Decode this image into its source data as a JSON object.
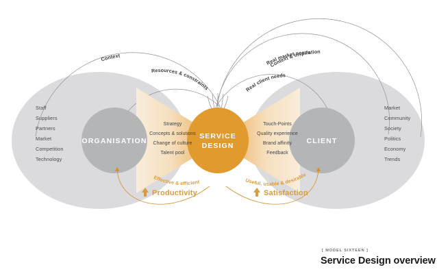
{
  "diagram": {
    "title": "Service Design overview model",
    "kicker": "[ MODEL SIXTEEN ]",
    "colors": {
      "accent_orange": "#E09A2E",
      "arrow_orange_light": "#F7E3C4",
      "outer_gray": "#DBDBDD",
      "inner_gray": "#B4B5B7",
      "arc_gray": "#8F9195",
      "arc_orange": "#D48E2A",
      "text_dark": "#3A3A3C"
    },
    "nodes": {
      "organisation": {
        "label": "ORGANISATION",
        "context_items": [
          "Staff",
          "Suppliers",
          "Partners",
          "Market",
          "Competition",
          "Technology"
        ]
      },
      "service_design": {
        "label_line1": "SERVICE",
        "label_line2": "DESIGN"
      },
      "client": {
        "label": "CLIENT",
        "context_items": [
          "Market",
          "Community",
          "Society",
          "Politics",
          "Economy",
          "Trends"
        ]
      }
    },
    "flows": {
      "organisation_to_service": [
        "Strategy",
        "Concepts & solutions",
        "Change of culture",
        "Talent pool"
      ],
      "service_to_client": [
        "Touch-Points",
        "Quality experience",
        "Brand affinity",
        "Feedback"
      ]
    },
    "top_arcs_left": [
      "Context",
      "Resources & constraints"
    ],
    "top_arcs_right": [
      "Context & Inspiration",
      "Real market needs",
      "Real client needs"
    ],
    "outcomes": [
      {
        "label": "Productivity",
        "sublabel": "Effective & efficient",
        "arrow": "up-arrow-icon"
      },
      {
        "label": "Satisfaction",
        "sublabel": "Useful, usable & desirable",
        "arrow": "up-arrow-icon"
      }
    ]
  }
}
